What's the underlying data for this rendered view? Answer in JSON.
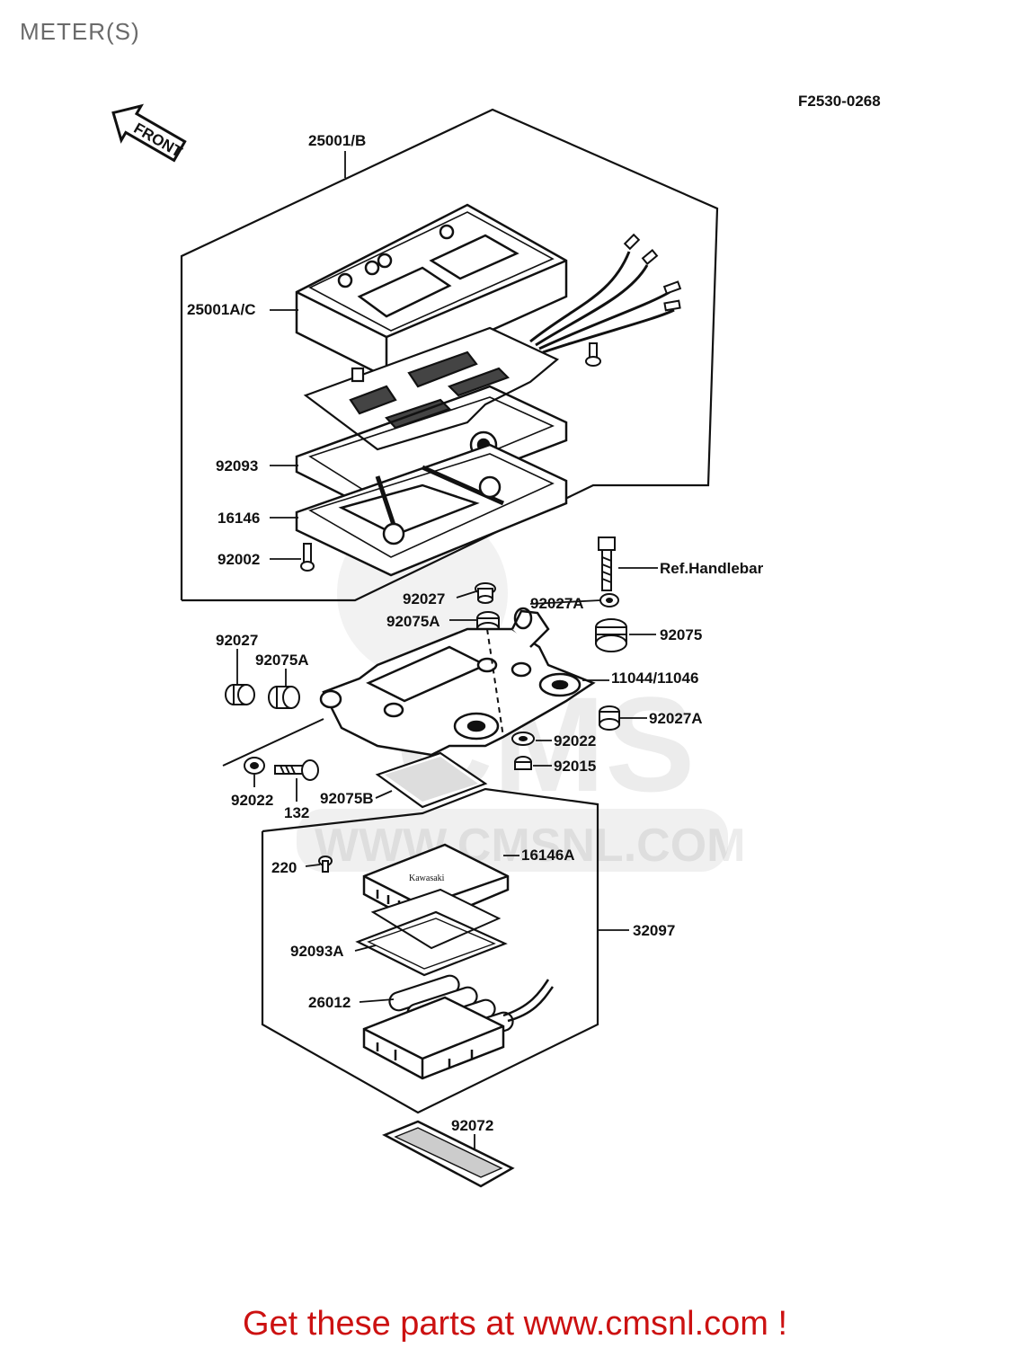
{
  "page": {
    "title": "METER(S)",
    "figure_code": "F2530-0268"
  },
  "front_arrow": {
    "label": "FRONT"
  },
  "watermark": {
    "brand": "CMS",
    "url": "WWW.CMSNL.COM"
  },
  "callouts": {
    "c1": "25001/B",
    "c2": "25001A/C",
    "c3": "92093",
    "c4": "16146",
    "c5": "92002",
    "c6": "Ref.Handlebar",
    "c7": "92027",
    "c8": "92027A",
    "c9": "92075A",
    "c10": "92075",
    "c11": "92027",
    "c12": "92075A",
    "c13": "11044/11046",
    "c14": "92027A",
    "c15": "92022",
    "c16": "92015",
    "c17": "92022",
    "c18": "132",
    "c19": "92075B",
    "c20": "220",
    "c21": "16146A",
    "c22": "32097",
    "c23": "92093A",
    "c24": "26012",
    "c25": "92072"
  },
  "footer": {
    "text": "Get these parts at www.cmsnl.com !"
  }
}
